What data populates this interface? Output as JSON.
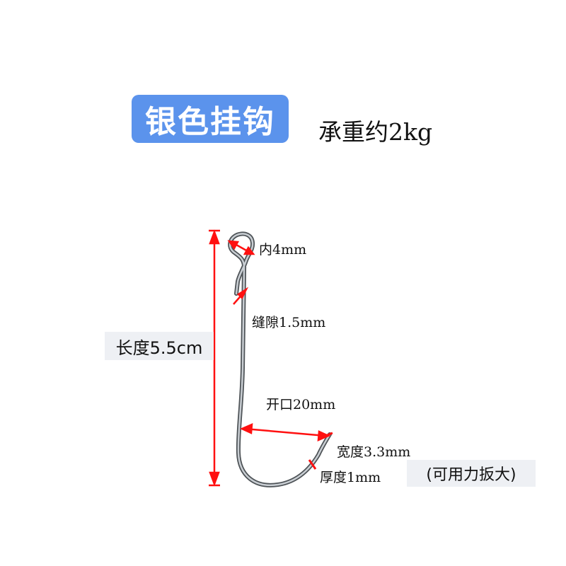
{
  "title": "银色挂钩",
  "capacity": "承重约2kg",
  "labels": {
    "inner": "内4mm",
    "gap": "缝隙1.5mm",
    "length": "长度5.5cm",
    "opening": "开口20mm",
    "width": "宽度3.3mm",
    "thickness": "厚度1mm",
    "note": "(可用力扳大)"
  },
  "colors": {
    "badge": "#5b93ec",
    "measure": "#ff1010",
    "wire": "#8a8f95"
  }
}
